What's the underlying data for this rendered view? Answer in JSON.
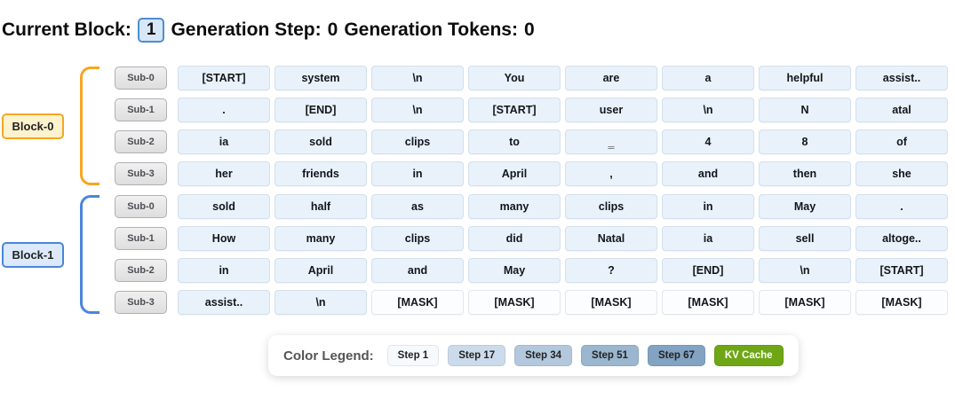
{
  "header": {
    "current_block_label": "Current Block:",
    "current_block_value": "1",
    "generation_step_label": "Generation Step:",
    "generation_step_value": "0",
    "generation_tokens_label": "Generation Tokens:",
    "generation_tokens_value": "0"
  },
  "blocks": [
    {
      "label": "Block-0",
      "accent_color": "#f5a623",
      "label_bg": "#fff3cd",
      "rows": [
        {
          "sub_label": "Sub-0",
          "tokens": [
            "[START]",
            "system",
            "\\n",
            "You",
            "are",
            "a",
            "helpful",
            "assist.."
          ]
        },
        {
          "sub_label": "Sub-1",
          "tokens": [
            ".",
            "[END]",
            "\\n",
            "[START]",
            "user",
            "\\n",
            "N",
            "atal"
          ]
        },
        {
          "sub_label": "Sub-2",
          "tokens": [
            "ia",
            "sold",
            "clips",
            "to",
            "‗",
            "4",
            "8",
            "of"
          ]
        },
        {
          "sub_label": "Sub-3",
          "tokens": [
            "her",
            "friends",
            "in",
            "April",
            ",",
            "and",
            "then",
            "she"
          ]
        }
      ]
    },
    {
      "label": "Block-1",
      "accent_color": "#4a86d8",
      "label_bg": "#dbe9fb",
      "rows": [
        {
          "sub_label": "Sub-0",
          "tokens": [
            "sold",
            "half",
            "as",
            "many",
            "clips",
            "in",
            "May",
            "."
          ]
        },
        {
          "sub_label": "Sub-1",
          "tokens": [
            "How",
            "many",
            "clips",
            "did",
            "Natal",
            "ia",
            "sell",
            "altoge.."
          ]
        },
        {
          "sub_label": "Sub-2",
          "tokens": [
            "in",
            "April",
            "and",
            "May",
            "?",
            "[END]",
            "\\n",
            "[START]"
          ]
        },
        {
          "sub_label": "Sub-3",
          "tokens": [
            "assist..",
            "\\n",
            "[MASK]",
            "[MASK]",
            "[MASK]",
            "[MASK]",
            "[MASK]",
            "[MASK]"
          ]
        }
      ]
    }
  ],
  "token_colors": {
    "prompt_bg": "#e9f1fa",
    "mask_bg": "#fcfdff"
  },
  "legend": {
    "title": "Color Legend:",
    "items": [
      {
        "label": "Step 1",
        "bg": "#f7fafd",
        "fg": "#222222"
      },
      {
        "label": "Step 17",
        "bg": "#ccdbeb",
        "fg": "#222222"
      },
      {
        "label": "Step 34",
        "bg": "#b3c8dd",
        "fg": "#222222"
      },
      {
        "label": "Step 51",
        "bg": "#9bb6cf",
        "fg": "#222222"
      },
      {
        "label": "Step 67",
        "bg": "#82a3c1",
        "fg": "#222222"
      },
      {
        "label": "KV Cache",
        "bg": "#6fa615",
        "fg": "#ffffff"
      }
    ]
  }
}
